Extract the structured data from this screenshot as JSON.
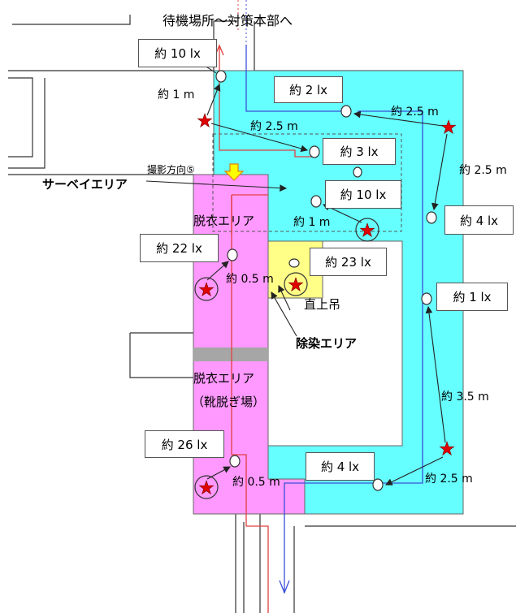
{
  "title": "待機場所～対策本部へ",
  "colors": {
    "cyan": "#66ffff",
    "pink": "#ff99ff",
    "yellow": "#ffff88",
    "gray": "#a6a6a6",
    "red_route": "#e04040",
    "blue_route": "#3a4fd8",
    "star": "#e00000"
  },
  "lux_labels": [
    "約 10 lx",
    "約 2 lx",
    "約 3 lx",
    "約 10 lx",
    "約 4 lx",
    "約 22 lx",
    "約 23 lx",
    "約 1 lx",
    "約 26 lx",
    "約 4 lx"
  ],
  "distances": [
    "約 1 m",
    "約 2.5 m",
    "約 2.5 m",
    "約 2.5 m",
    "約 1 m",
    "約 0.5 m",
    "約 3.5 m",
    "約 0.5 m",
    "約 2.5 m"
  ],
  "area_labels": {
    "survey": "サーベイエリア",
    "undress1": "脱衣エリア",
    "undress2": "脱衣エリア",
    "shoes": "（靴脱ぎ場）",
    "decon": "除染エリア",
    "ceiling": "直上吊"
  },
  "camera": "撮影方向⑤"
}
